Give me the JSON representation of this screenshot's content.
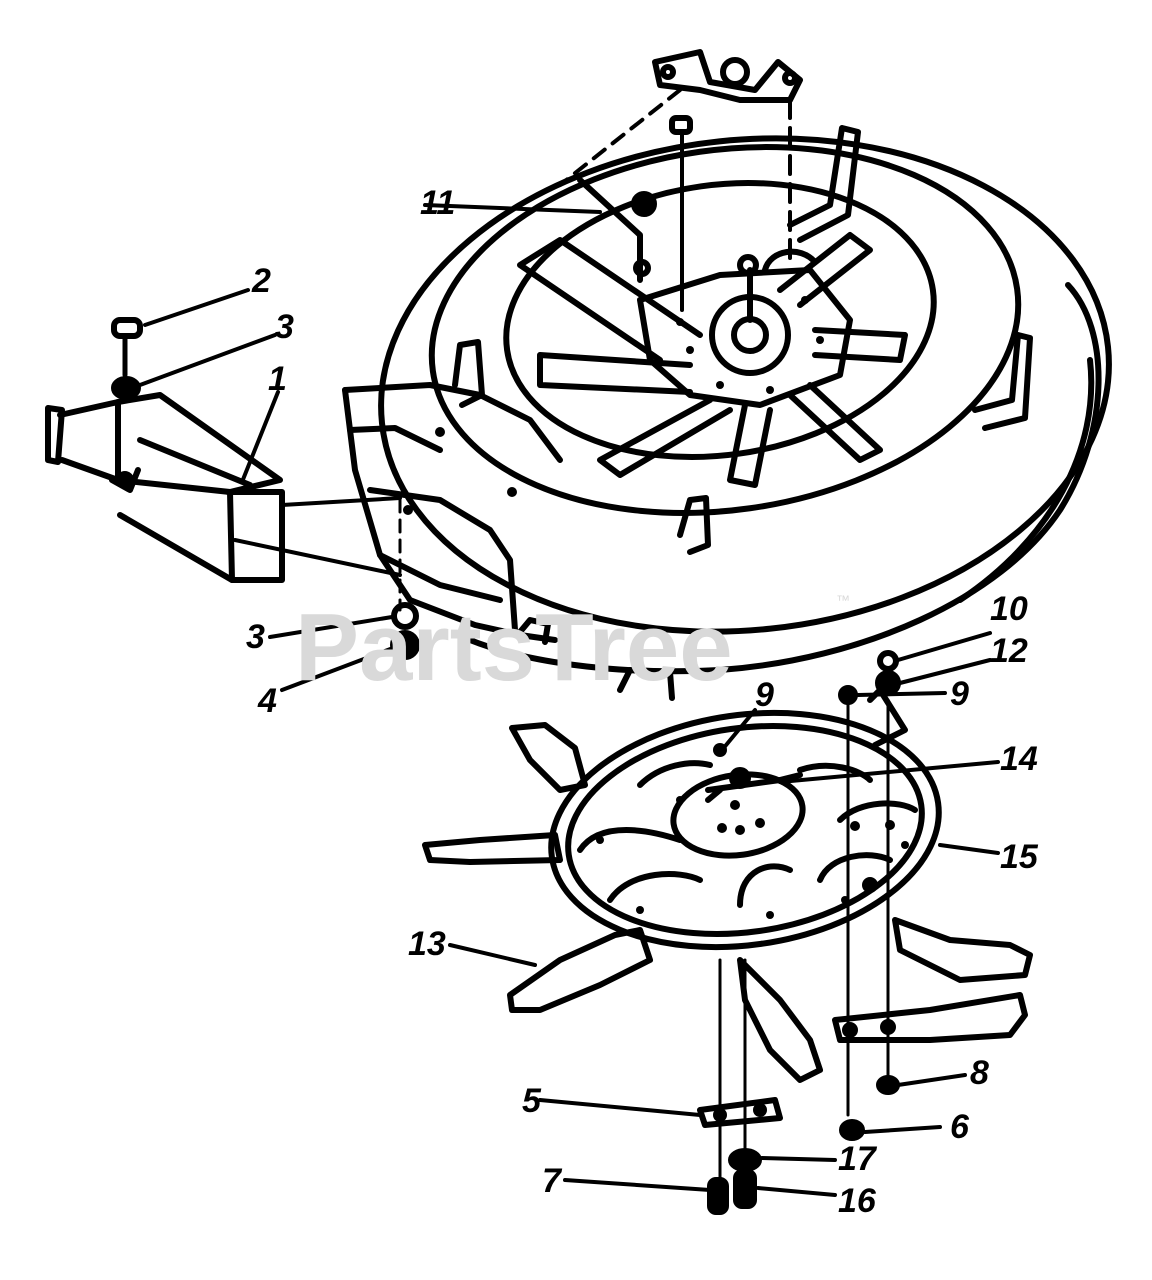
{
  "diagram": {
    "callouts": [
      {
        "id": "c1",
        "label": "1"
      },
      {
        "id": "c2",
        "label": "2"
      },
      {
        "id": "c3a",
        "label": "3"
      },
      {
        "id": "c3b",
        "label": "3"
      },
      {
        "id": "c4",
        "label": "4"
      },
      {
        "id": "c5",
        "label": "5"
      },
      {
        "id": "c6",
        "label": "6"
      },
      {
        "id": "c7",
        "label": "7"
      },
      {
        "id": "c8",
        "label": "8"
      },
      {
        "id": "c9a",
        "label": "9"
      },
      {
        "id": "c9b",
        "label": "9"
      },
      {
        "id": "c10",
        "label": "10"
      },
      {
        "id": "c11",
        "label": "11"
      },
      {
        "id": "c12",
        "label": "12"
      },
      {
        "id": "c13",
        "label": "13"
      },
      {
        "id": "c14",
        "label": "14"
      },
      {
        "id": "c15",
        "label": "15"
      },
      {
        "id": "c16",
        "label": "16"
      },
      {
        "id": "c17",
        "label": "17"
      }
    ]
  },
  "watermark": {
    "text": "PartsTree",
    "mark": "™"
  }
}
